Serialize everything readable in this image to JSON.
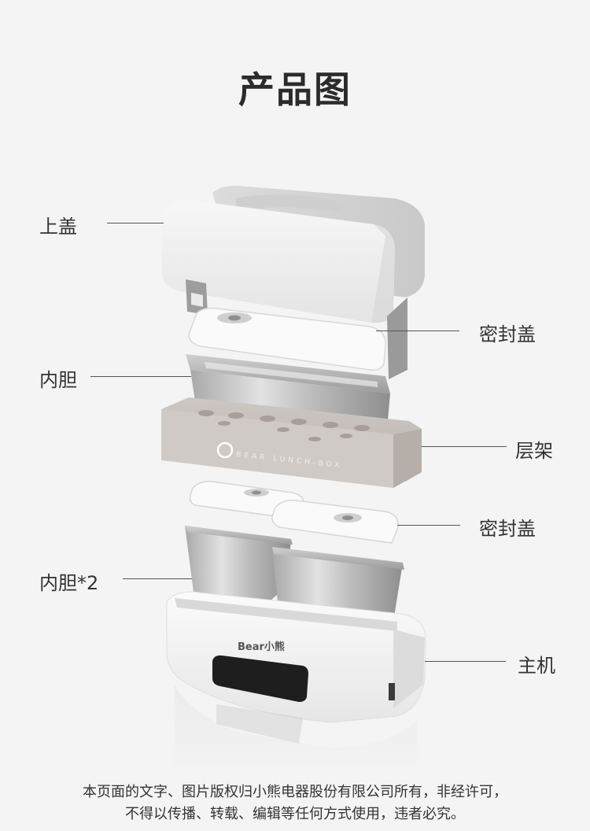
{
  "title": "产品图",
  "labels": {
    "top_lid": "上盖",
    "seal_lid_1": "密封盖",
    "inner_liner": "内胆",
    "rack": "层架",
    "seal_lid_2": "密封盖",
    "inner_liner_2": "内胆*2",
    "main_unit": "主机"
  },
  "product_text": {
    "rack_print": "BEAR  LUNCH-BOX",
    "brand_logo": "Bear小熊"
  },
  "disclaimer": {
    "line1": "本页面的文字、图片版权归小熊电器股份有限公司所有，非经许可，",
    "line2": "不得以传播、转载、编辑等任何方式使用，违者必究。"
  }
}
